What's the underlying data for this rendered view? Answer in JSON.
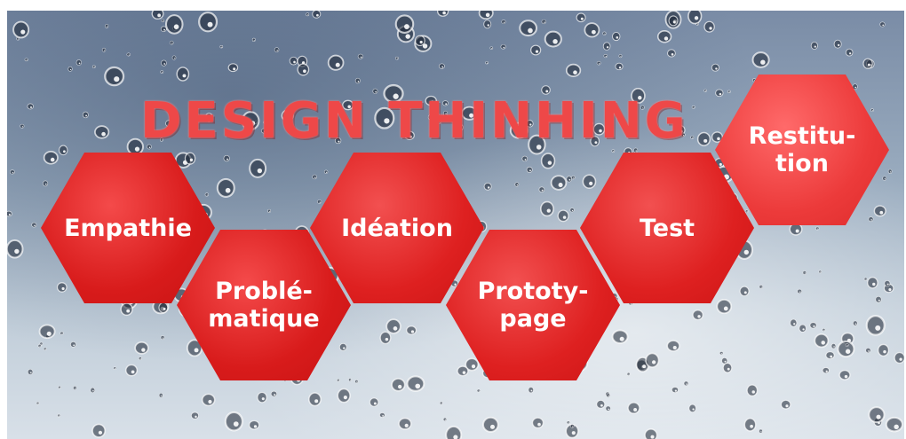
{
  "title": "DESIGN THINHING",
  "colors": {
    "hexagon": "#dd2020",
    "title": "#ee4848",
    "text": "#ffffff"
  },
  "hexagons": [
    {
      "id": "empathie",
      "lines": [
        "Empathie"
      ]
    },
    {
      "id": "problematique",
      "lines": [
        "Problé-",
        "matique"
      ]
    },
    {
      "id": "ideation",
      "lines": [
        "Idéation"
      ]
    },
    {
      "id": "prototypage",
      "lines": [
        "Prototy-",
        "page"
      ]
    },
    {
      "id": "test",
      "lines": [
        "Test"
      ]
    },
    {
      "id": "restitution",
      "lines": [
        "Restitu-",
        "tion"
      ]
    }
  ]
}
